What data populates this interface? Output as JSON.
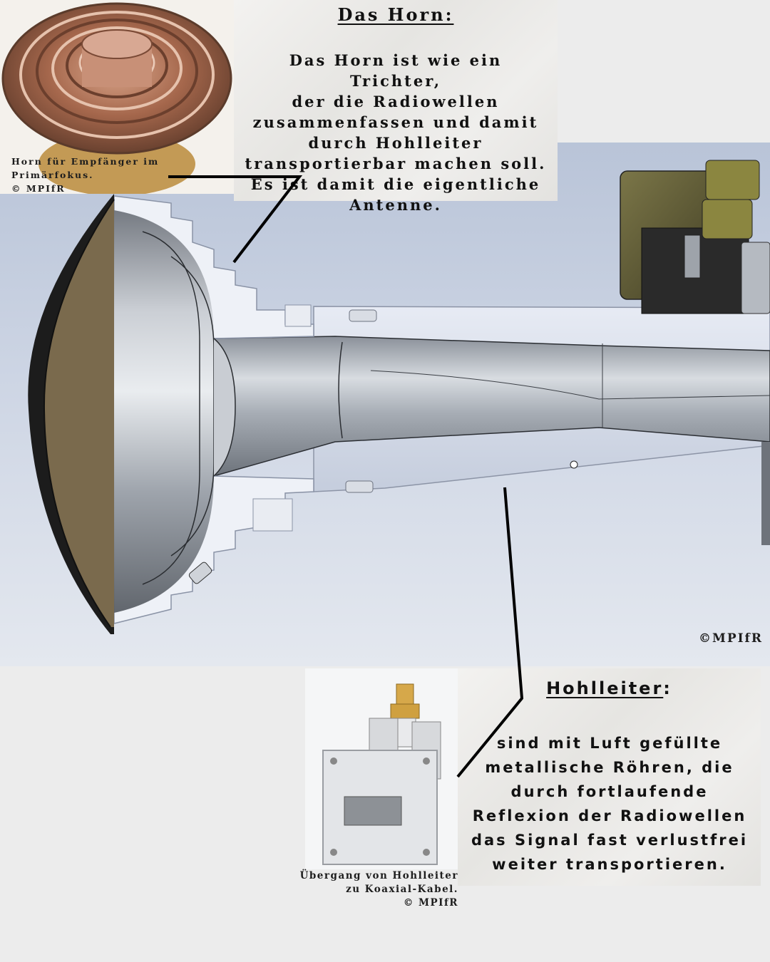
{
  "horn_section": {
    "title": "Das Horn:",
    "body": "Das Horn ist wie ein Trichter,\nder die Radiowellen\nzusammenfassen und damit\ndurch Hohlleiter\ntransportierbar machen soll.\nEs ist damit die eigentliche\nAntenne."
  },
  "horn_photo": {
    "caption": "Horn für Empfänger im\nPrimärfokus.\n© MPIfR"
  },
  "waveguide_section": {
    "title": "Hohlleiter",
    "title_suffix": ":",
    "body": "sind mit Luft gefüllte\nmetallische Röhren, die\ndurch fortlaufende\nReflexion der Radiowellen\ndas Signal fast verlustfrei\nweiter transportieren."
  },
  "waveguide_photo": {
    "caption": "Übergang von Hohlleiter\nzu Koaxial-Kabel.\n© MPIfR"
  },
  "render_copyright": "©MPIfR"
}
